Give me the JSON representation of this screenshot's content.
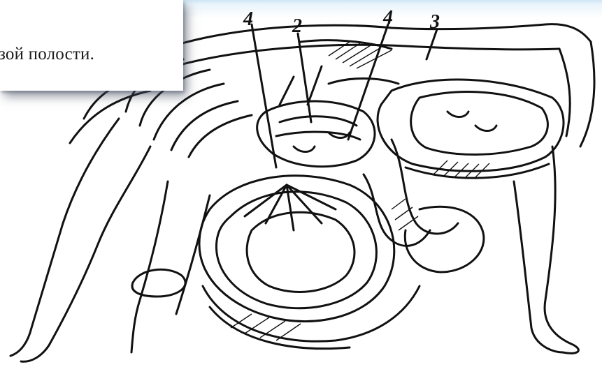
{
  "caption": {
    "text": "зой полости."
  },
  "figure": {
    "labels": [
      "4",
      "2",
      "4",
      "3"
    ],
    "ink_color": "#111111",
    "background_color": "#ffffff",
    "frame_tint": "#cfe6f5"
  }
}
